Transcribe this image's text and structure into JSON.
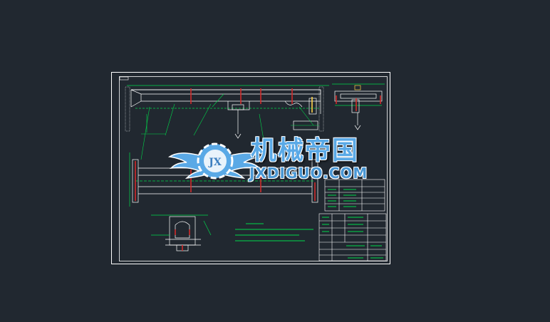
{
  "viewer": {
    "background_color": "#212830",
    "drawing_border_color": "#ffffff",
    "line_colors": {
      "structure": "#ffffff",
      "dimension": "#00d84a",
      "hidden": "#d12a2a",
      "detail": "#ffd24a"
    }
  },
  "watermark": {
    "title_cn": "机械帝国",
    "site": "JXDIGUO.COM",
    "logo_initials": "JX",
    "logo_icon": "winged-gear-icon"
  }
}
